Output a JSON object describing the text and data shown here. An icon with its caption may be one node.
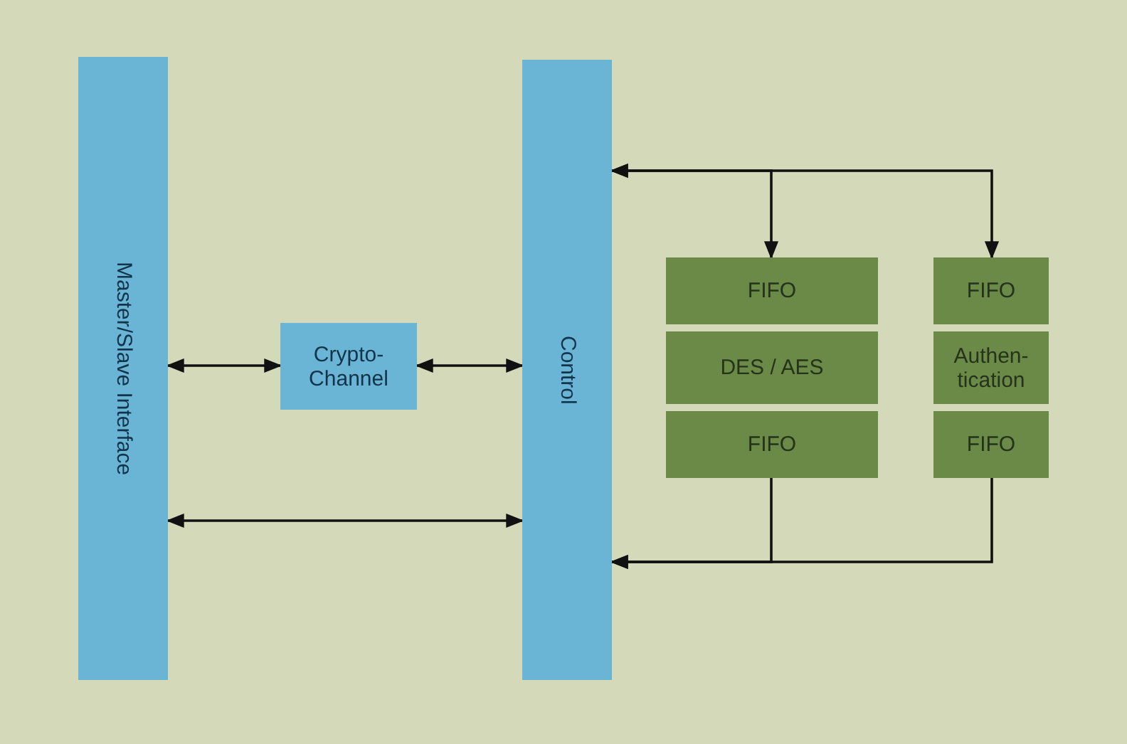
{
  "diagram": {
    "nodes": [
      {
        "text": [
          "Master/Slave Interface"
        ]
      },
      {
        "text": [
          "Crypto-Channel"
        ]
      },
      {
        "text": [
          "Control"
        ]
      },
      {
        "text": [
          "FIFO"
        ]
      },
      {
        "text": [
          "DES / AES"
        ]
      },
      {
        "text": [
          "FIFO"
        ]
      },
      {
        "text": [
          "FIFO"
        ]
      },
      {
        "text": [
          "Authen-tication"
        ]
      },
      {
        "text": [
          "FIFO"
        ]
      }
    ],
    "edges": [
      {
        "from": 0,
        "to": 1,
        "arrow": "both"
      },
      {
        "from": 1,
        "to": 2,
        "arrow": "both"
      },
      {
        "from": 0,
        "to": 2,
        "arrow": "both"
      },
      {
        "from": 2,
        "to": 3,
        "arrow": "both"
      },
      {
        "from": 2,
        "to": 6,
        "arrow": "both"
      },
      {
        "from": 5,
        "to": 2,
        "arrow": "to"
      },
      {
        "from": 8,
        "to": 2,
        "arrow": "to"
      }
    ]
  }
}
